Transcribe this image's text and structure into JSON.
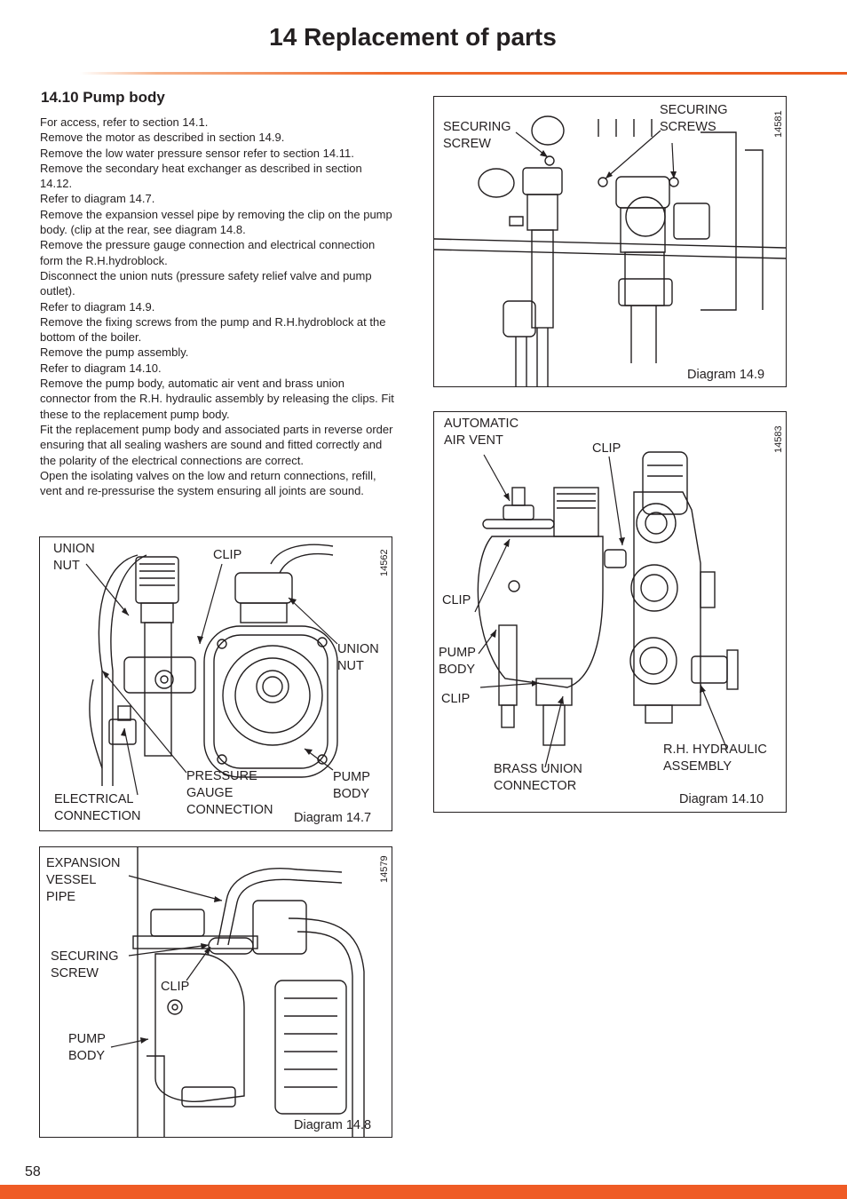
{
  "page": {
    "title": "14  Replacement of parts",
    "page_number": "58",
    "accent_color": "#ef5b25"
  },
  "section": {
    "heading": "14.10 Pump body",
    "lines": [
      "For access, refer to section 14.1.",
      "Remove the motor as described in section 14.9.",
      "Remove the low water pressure sensor refer to section 14.11.",
      "Remove the secondary heat exchanger as described in section 14.12.",
      "Refer to diagram 14.7.",
      "Remove the expansion vessel pipe by removing the clip on the pump body. (clip at the rear, see diagram 14.8.",
      "Remove the pressure gauge connection and electrical connection form the R.H.hydroblock.",
      "Disconnect the union nuts (pressure safety relief valve and pump outlet).",
      "Refer to diagram 14.9.",
      "Remove the fixing screws from the pump and R.H.hydroblock at the bottom of the boiler.",
      "Remove the pump assembly.",
      "Refer to diagram 14.10.",
      "Remove the pump body, automatic air vent and brass union connector from the R.H. hydraulic assembly by releasing the clips. Fit these to the replacement pump body.",
      "Fit the replacement pump body and associated parts in reverse order ensuring that all sealing washers are sound and fitted correctly and the polarity of the  electrical connections are correct.",
      "Open the isolating valves on the low and return connections, refill, vent and re-pressurise the system ensuring all joints are sound."
    ]
  },
  "diagram_14_7": {
    "ref": "14562",
    "caption": "Diagram 14.7",
    "labels": {
      "union_nut_left": "UNION\nNUT",
      "clip": "CLIP",
      "union_nut_right": "UNION\nNUT",
      "pump_body": "PUMP\nBODY",
      "pressure_gauge": "PRESSURE\nGAUGE\nCONNECTION",
      "electrical": "ELECTRICAL\nCONNECTION"
    }
  },
  "diagram_14_8": {
    "ref": "14579",
    "caption": "Diagram 14.8",
    "labels": {
      "expansion": "EXPANSION\nVESSEL\nPIPE",
      "securing_screw": "SECURING\nSCREW",
      "clip": "CLIP",
      "pump_body": "PUMP\nBODY"
    }
  },
  "diagram_14_9": {
    "ref": "14581",
    "caption": "Diagram 14.9",
    "labels": {
      "securing_screw": "SECURING\nSCREW",
      "securing_screws": "SECURING\nSCREWS"
    }
  },
  "diagram_14_10": {
    "ref": "14583",
    "caption": "Diagram 14.10",
    "labels": {
      "air_vent": "AUTOMATIC\nAIR VENT",
      "clip_top": "CLIP",
      "clip_left": "CLIP",
      "pump_body": "PUMP\nBODY",
      "clip_bottom": "CLIP",
      "brass_union": "BRASS UNION\nCONNECTOR",
      "rh_hydraulic": "R.H. HYDRAULIC\nASSEMBLY"
    }
  }
}
